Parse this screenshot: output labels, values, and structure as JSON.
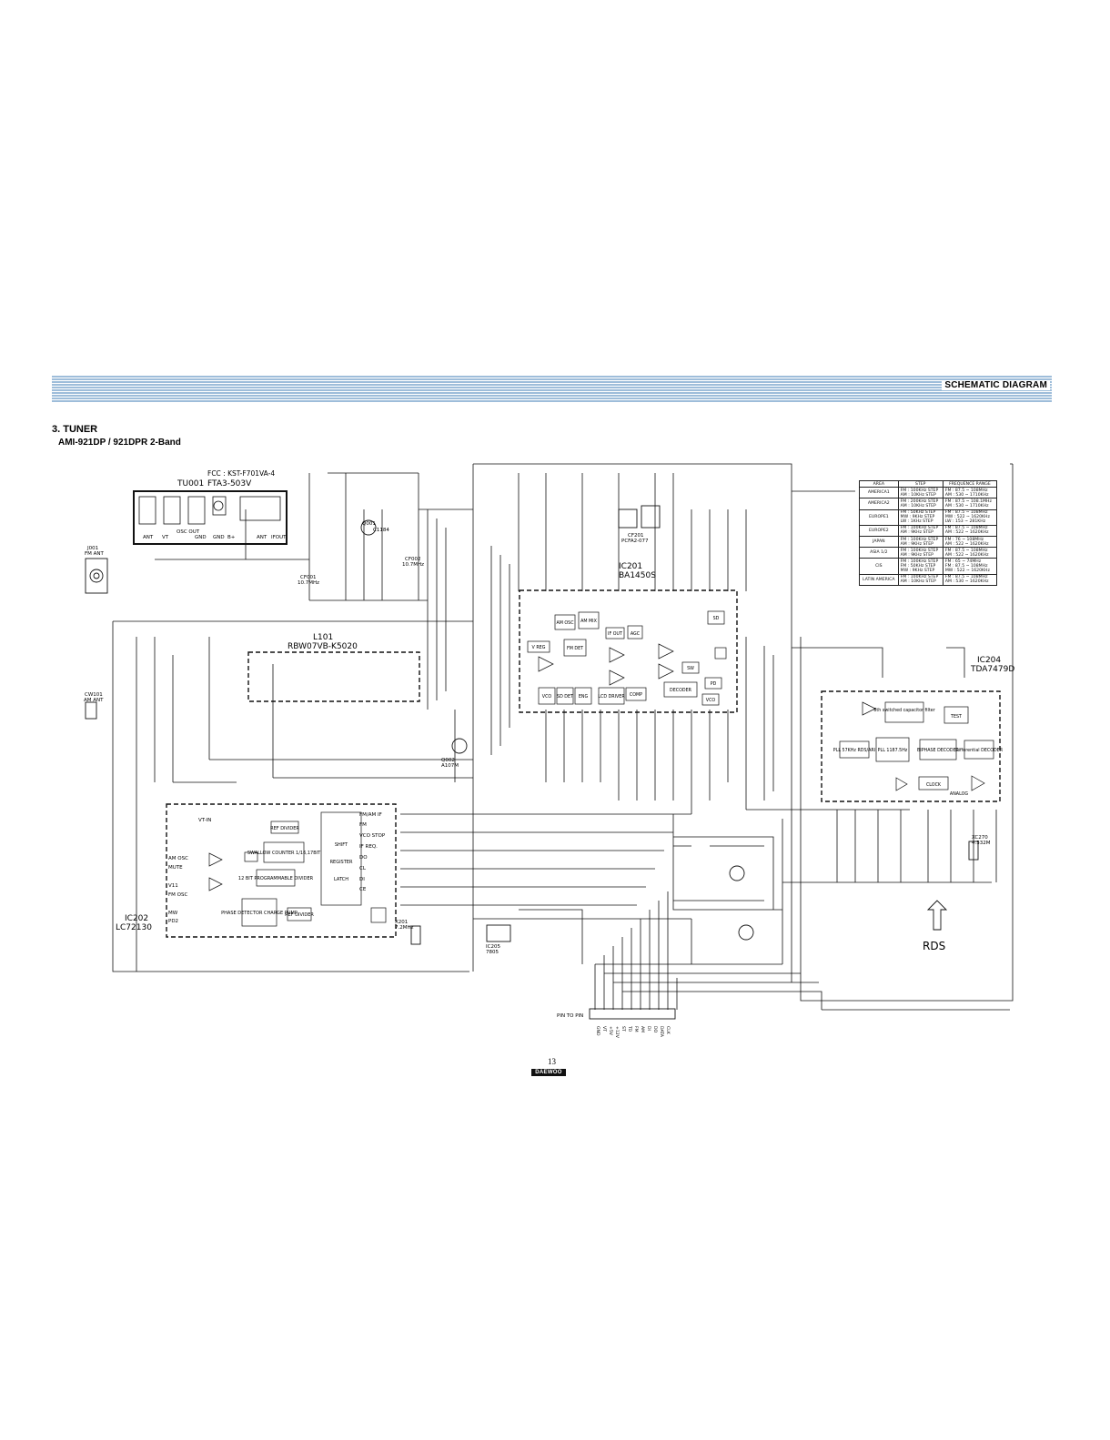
{
  "header": {
    "title": "SCHEMATIC DIAGRAM"
  },
  "section": {
    "title": "3. TUNER",
    "subtitle": "AMI-921DP / 921DPR  2-Band"
  },
  "blocks": {
    "tu001": {
      "name": "TU001",
      "model": "FTA3-503V",
      "fcc": "FCC : KST-F701VA-4",
      "pins": [
        "ANT",
        "VT",
        "OSC OUT",
        "GND",
        "GND",
        "B+",
        "ANT",
        "IFOUT"
      ]
    },
    "l101": {
      "name": "L101",
      "model": "RBW07VB-K5020"
    },
    "ic201": {
      "name": "IC201",
      "model": "BA1450S",
      "blocks": [
        "AM OSC",
        "AM MIX",
        "IF OUT",
        "AGC",
        "V REG",
        "FM DET",
        "SD",
        "SW",
        "PD",
        "VCO",
        "VCO",
        "SD DET",
        "ENG",
        "LCD DRIVER",
        "COMP",
        "DECODER"
      ]
    },
    "ic202": {
      "name": "IC202",
      "model": "LC72130",
      "blocks": [
        "REF DIVIDER",
        "SWALLOW COUNTER 1/16,17BIT",
        "12 BIT PROGRAMMABLE DIVIDER",
        "PHASE DETECTOR CHARGE PUMP",
        "REF DIVIDER",
        "SHIFT",
        "REGISTER",
        "LATCH"
      ],
      "pins_left": [
        "AM OSC",
        "MUTE",
        "V11",
        "FM OSC",
        "MW",
        "PD2"
      ],
      "pins_right": [
        "FM/AM IF",
        "FM",
        "VCO STOP",
        "IF REQ.",
        "DO",
        "CL",
        "DI",
        "CE"
      ],
      "vt_label": "VT-IN"
    },
    "ic204": {
      "name": "IC204",
      "model": "TDA7479D",
      "blocks": [
        "8th switched capacitor filter",
        "TEST",
        "PLL 57KHz RDS/ARI",
        "PLL 1187.5Hz",
        "BIPHASE DECODER",
        "Differential DECODER",
        "CLOCK",
        "ANALOG"
      ]
    },
    "j001": {
      "name": "J001",
      "label": "FM ANT"
    },
    "cw101": {
      "name": "CW101",
      "label": "AM ANT"
    },
    "q001": {
      "name": "Q001",
      "model": "C1184"
    },
    "q002": {
      "name": "Q002",
      "model": "A107M"
    },
    "cf001": {
      "name": "CF001",
      "value": "10.7MHz"
    },
    "cf002": {
      "name": "CF002",
      "value": "10.7MHz"
    },
    "cf201": {
      "name": "CF201",
      "model": "PCFA2-077"
    },
    "ic205": {
      "name": "IC205",
      "model": "7805"
    },
    "x201": {
      "name": "X201",
      "value": "7.2MHz"
    },
    "xc270": {
      "name": "XC270",
      "value": "4.332M"
    }
  },
  "connector": {
    "label": "PIN TO PIN",
    "pins": [
      "GND",
      "VT",
      "+5V",
      "+12V",
      "ST",
      "TD",
      "FM",
      "AM",
      "DI",
      "DO",
      "DATA",
      "CLK"
    ]
  },
  "rds_label": "RDS",
  "freq_table": {
    "headers": [
      "AREA",
      "STEP",
      "FREQUENCE RANGE"
    ],
    "rows": [
      [
        "AMERICA1",
        "FM : 100KHz STEP\nAM : 10KHz STEP",
        "FM : 87.5 ~ 108MHz\nAM : 530 ~ 1710KHz"
      ],
      [
        "AMERICA2",
        "FM : 200KHz STEP\nAM : 10KHz STEP",
        "FM : 87.5 ~ 108.1MHz\nAM : 530 ~ 1710KHz"
      ],
      [
        "EUROPE1",
        "FM : 50KHz STEP\nMW : 9KHz STEP\nLW : 1KHz STEP",
        "FM : 87.5 ~ 108MHz\nMW : 522 ~ 1620KHz\nLW : 153 ~ 281KHz"
      ],
      [
        "EUROPE2",
        "FM : 100KHz STEP\nAM : 9KHz STEP",
        "FM : 87.5 ~ 108MHz\nAM : 522 ~ 1620KHz"
      ],
      [
        "JAPAN",
        "FM : 100KHz STEP\nAM : 9KHz STEP",
        "FM : 76 ~ 108MHz\nAM : 522 ~ 1620KHz"
      ],
      [
        "ASIA 1/2",
        "FM : 100KHz STEP\nAM : 9KHz STEP",
        "FM : 87.5 ~ 108MHz\nAM : 522 ~ 1620KHz"
      ],
      [
        "CIS",
        "FM : 100KHz STEP\nFM : 50KHz STEP\nMW : 9KHz STEP",
        "FM : 65 ~ 74MHz\nFM : 87.5 ~ 108MHz\nMW : 522 ~ 1620KHz"
      ],
      [
        "LATIN AMERICA",
        "FM : 100KHz STEP\nAM : 10KHz STEP",
        "FM : 87.5 ~ 108MHz\nAM : 530 ~ 1620KHz"
      ]
    ]
  },
  "page": {
    "number": "13",
    "brand": "DAEWOO"
  }
}
